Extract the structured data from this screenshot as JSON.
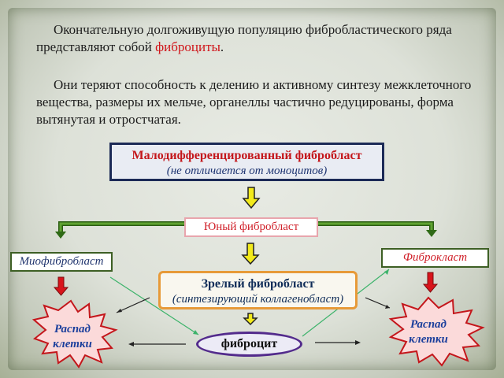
{
  "paragraph1": {
    "before": "Окончательную долгоживущую популяцию фибробластического ряда представляют собой ",
    "highlight": "фиброциты",
    "after": "."
  },
  "paragraph2": "Они теряют способность к делению и активному  синтезу межклеточного вещества, размеры их мельче, органеллы частично редуцированы, форма вытянутая и отростчатая.",
  "nodes": {
    "malodiff": {
      "title": "Малодифференцированный фибробласт",
      "subtitle": "(не отличается от моноцитов)"
    },
    "young": "Юный фибробласт",
    "myofibroblast": "Миофибробласт",
    "fibroclast": "Фиброкласт",
    "mature": {
      "title": "Зрелый фибробласт",
      "subtitle": "(синтезирующий коллагенобласт)"
    },
    "fibrocyte": "фиброцит",
    "burst_left": {
      "line1": "Распад",
      "line2": "клетки"
    },
    "burst_right": {
      "line1": "Распад",
      "line2": "клетки"
    }
  },
  "colors": {
    "accent_red": "#d0151a",
    "arrow_yellow": "#f2ea1c",
    "arrow_red": "#d8141b",
    "burst_pink": "#fbdada",
    "burst_border": "#c4161b",
    "branch_green": "#3f7f1e"
  }
}
